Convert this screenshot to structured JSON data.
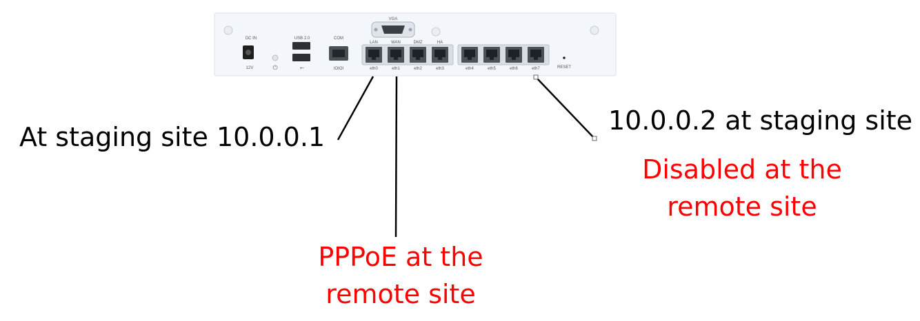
{
  "device": {
    "port_group_labels": {
      "vga": "VGA",
      "dc_in": "DC IN",
      "dc_volt": "12V",
      "usb": "USB 2.0",
      "com": "COM",
      "reset": "RESET"
    },
    "ports": [
      {
        "top": "LAN",
        "bottom": "eth0"
      },
      {
        "top": "WAN",
        "bottom": "eth1"
      },
      {
        "top": "DMZ",
        "bottom": "eth2"
      },
      {
        "top": "HA",
        "bottom": "eth3"
      },
      {
        "top": "",
        "bottom": "eth4"
      },
      {
        "top": "",
        "bottom": "eth5"
      },
      {
        "top": "",
        "bottom": "eth6"
      },
      {
        "top": "",
        "bottom": "eth7"
      }
    ]
  },
  "annotations": {
    "eth0": {
      "text": "At staging site 10.0.0.1"
    },
    "eth1": {
      "line1": "PPPoE at the",
      "line2": "remote site"
    },
    "eth7": {
      "staging": "10.0.0.2 at staging site",
      "remote_line1": "Disabled at the",
      "remote_line2": "remote site"
    }
  },
  "colors": {
    "black_text": "#000000",
    "red_text": "#ff0000",
    "device_face": "#f3f6fa",
    "port_body": "#3a3f44"
  }
}
